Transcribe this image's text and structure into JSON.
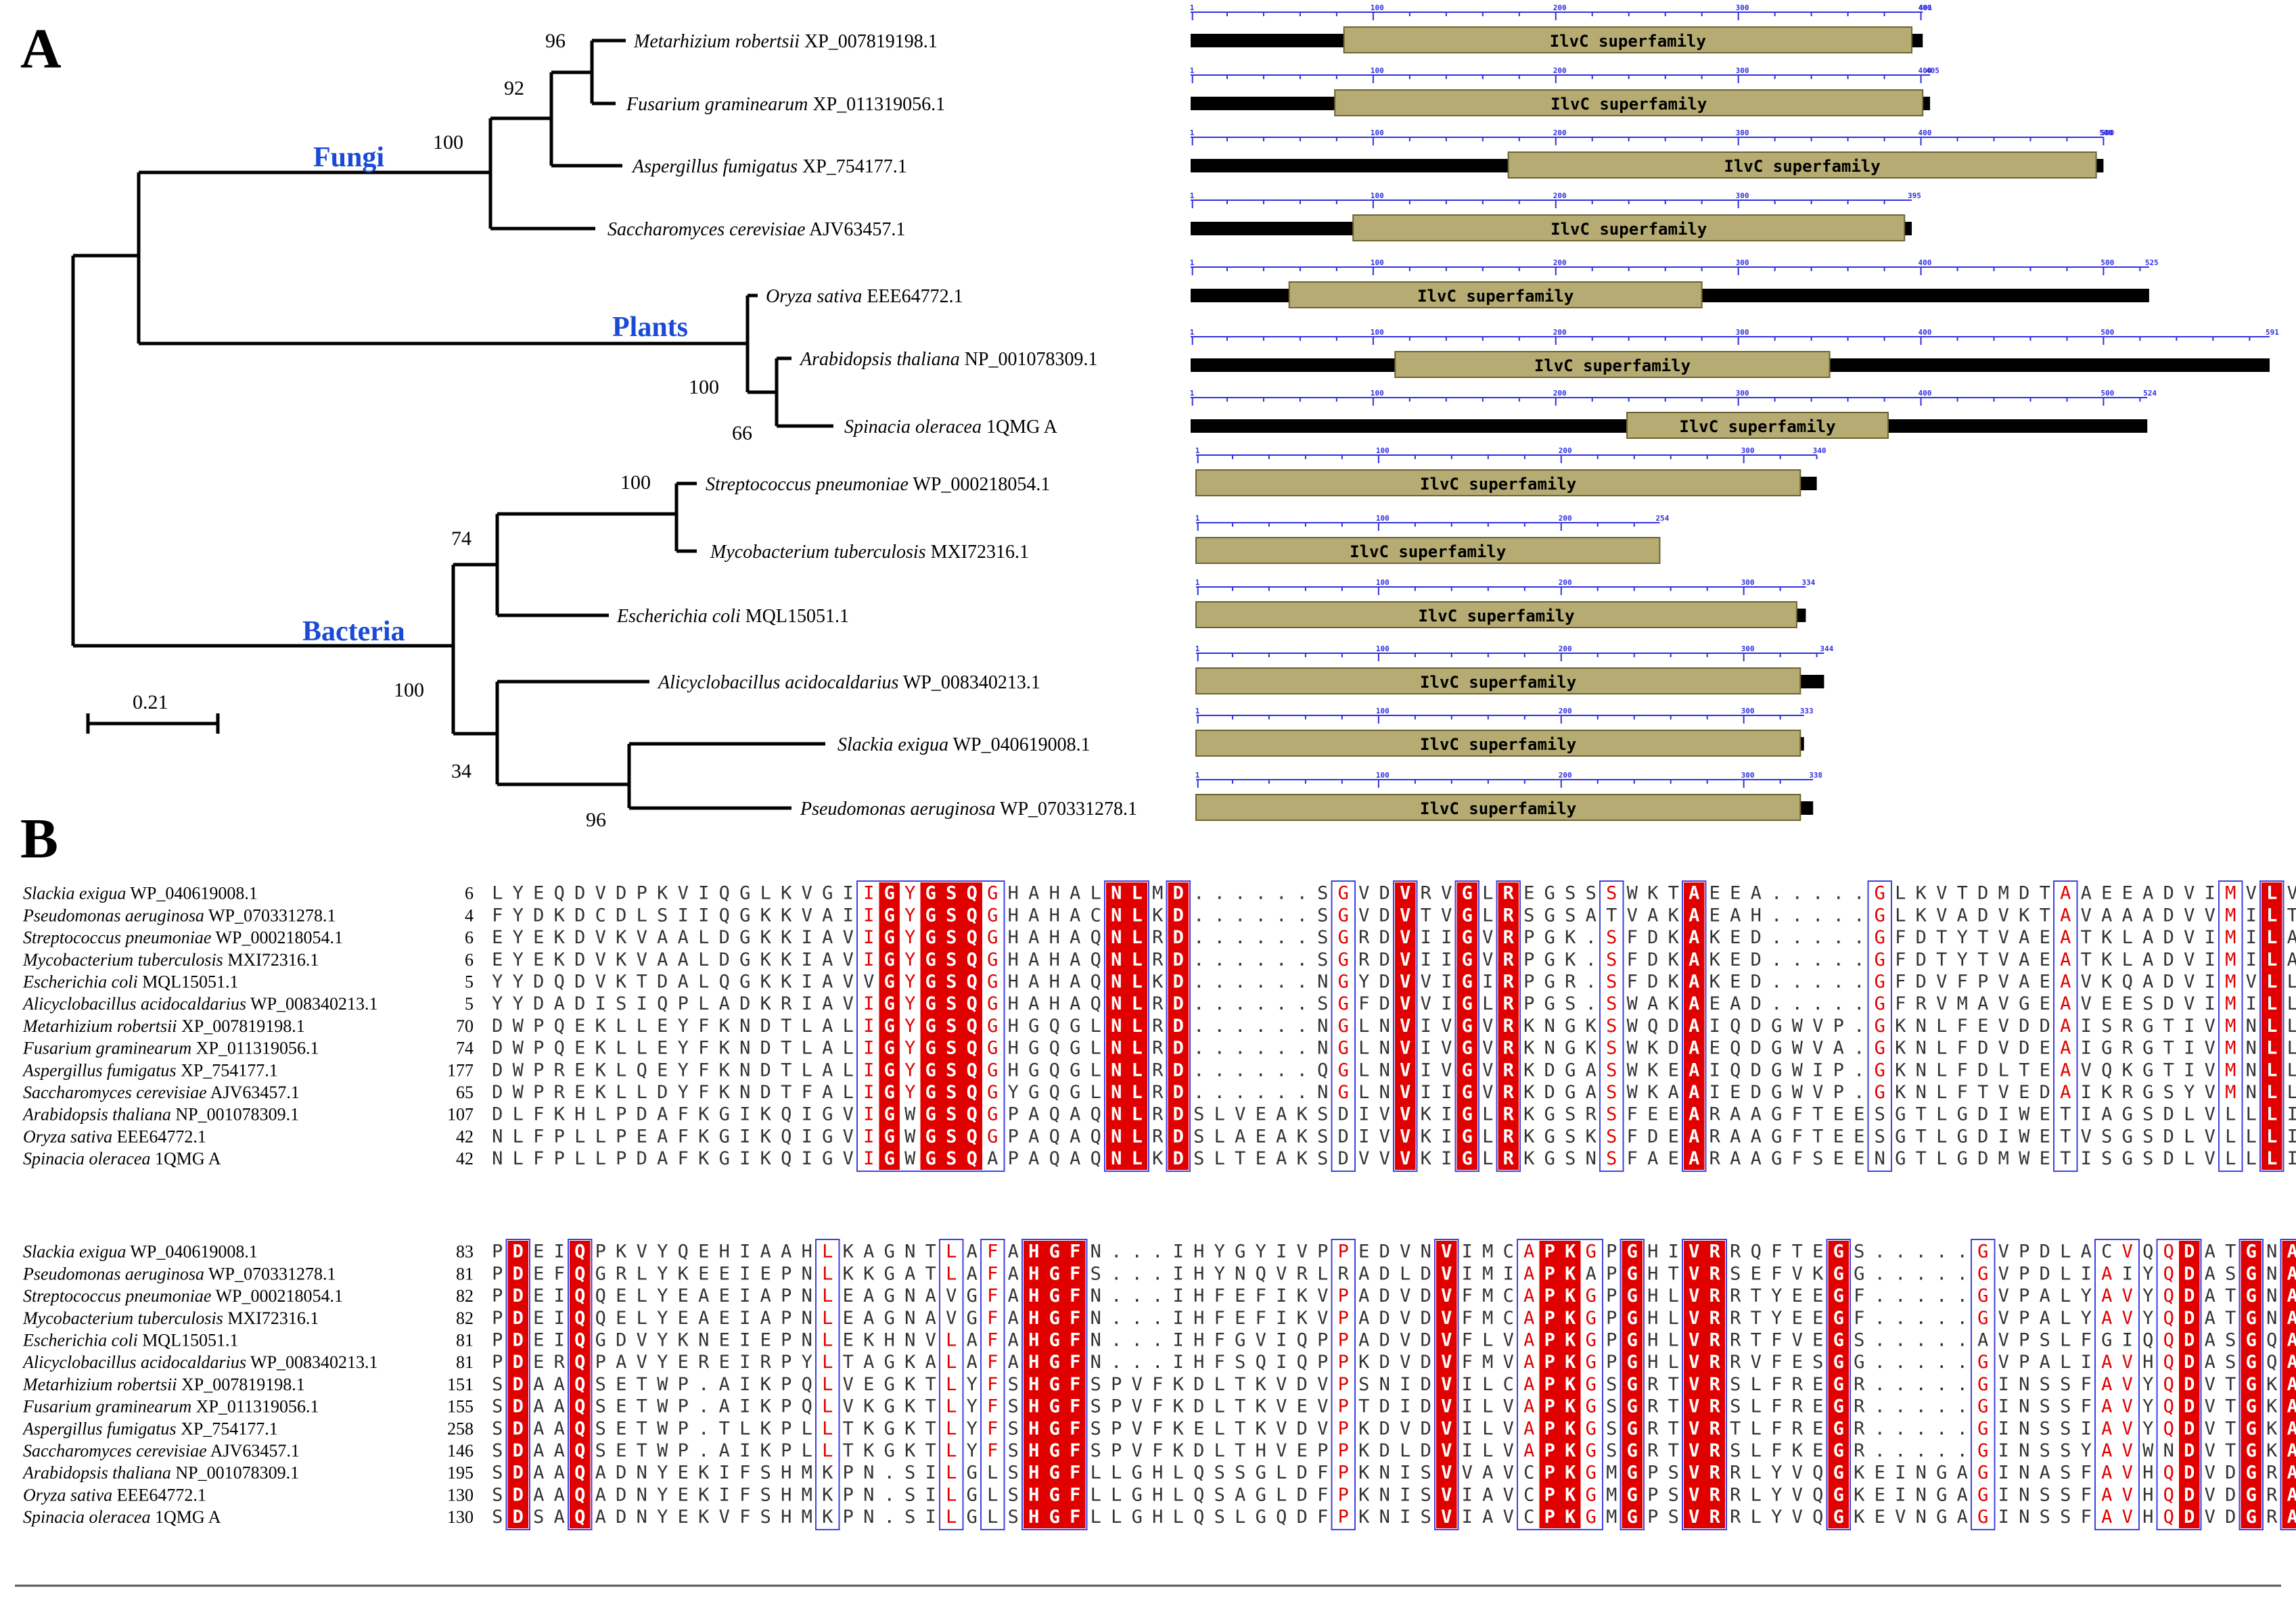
{
  "panels": {
    "a_label": "A",
    "b_label": "B"
  },
  "tree": {
    "scale_value": "0.21",
    "groups": [
      "Fungi",
      "Plants",
      "Bacteria"
    ],
    "bootstraps": [
      "96",
      "92",
      "100",
      "100",
      "66",
      "100",
      "74",
      "100",
      "96",
      "34"
    ],
    "leaves": [
      {
        "species": "Metarhizium robertsii",
        "acc": "XP_007819198.1"
      },
      {
        "species": "Fusarium graminearum",
        "acc": "XP_011319056.1"
      },
      {
        "species": "Aspergillus fumigatus",
        "acc": "XP_754177.1"
      },
      {
        "species": "Saccharomyces cerevisiae",
        "acc": "AJV63457.1"
      },
      {
        "species": "Oryza sativa",
        "acc": "EEE64772.1"
      },
      {
        "species": "Arabidopsis thaliana",
        "acc": "NP_001078309.1"
      },
      {
        "species": "Spinacia oleracea",
        "acc": "1QMG A"
      },
      {
        "species": "Streptococcus pneumoniae",
        "acc": "WP_000218054.1"
      },
      {
        "species": "Mycobacterium tuberculosis",
        "acc": "MXI72316.1"
      },
      {
        "species": "Escherichia coli",
        "acc": "MQL15051.1"
      },
      {
        "species": "Alicyclobacillus acidocaldarius",
        "acc": "WP_008340213.1"
      },
      {
        "species": "Slackia exigua",
        "acc": "WP_040619008.1"
      },
      {
        "species": "Pseudomonas aeruginosa",
        "acc": "WP_070331278.1"
      }
    ]
  },
  "domains": {
    "domain_label": "IlvC superfamily",
    "colors": {
      "domain": "#b5ab73",
      "backbone": "#000000",
      "ruler": "#3030e0"
    },
    "proteins": [
      {
        "length": 401,
        "domain_start": 85,
        "domain_end": 395
      },
      {
        "length": 405,
        "domain_start": 80,
        "domain_end": 401
      },
      {
        "length": 500,
        "domain_start": 175,
        "domain_end": 496
      },
      {
        "length": 395,
        "domain_start": 90,
        "domain_end": 391
      },
      {
        "length": 525,
        "domain_start": 55,
        "domain_end": 280
      },
      {
        "length": 591,
        "domain_start": 113,
        "domain_end": 350
      },
      {
        "length": 524,
        "domain_start": 240,
        "domain_end": 382
      },
      {
        "length": 340,
        "domain_start": 1,
        "domain_end": 331
      },
      {
        "length": 254,
        "domain_start": 1,
        "domain_end": 254
      },
      {
        "length": 334,
        "domain_start": 1,
        "domain_end": 329
      },
      {
        "length": 344,
        "domain_start": 1,
        "domain_end": 331
      },
      {
        "length": 333,
        "domain_start": 1,
        "domain_end": 331
      },
      {
        "length": 338,
        "domain_start": 1,
        "domain_end": 331
      }
    ]
  },
  "alignment": {
    "colors": {
      "strict_fill": "#e00000",
      "similar_text": "#e00000",
      "box": "#4040e0"
    },
    "blocks": [
      {
        "rows": [
          {
            "species": "Slackia exigua",
            "acc": "WP_040619008.1",
            "start": "6",
            "seq": "LYEQDVDPKVIQGLKVGIIGYGSQGHAHALNLMD......SGVDVRVGLREGSSSWKTAEEA.....GLKVTDMDTAAEEADVIMVLV"
          },
          {
            "species": "Pseudomonas aeruginosa",
            "acc": "WP_070331278.1",
            "start": "4",
            "seq": "FYDKDCDLSIIQGKKVAIIGYGSQGHAHACNLKD......SGVDVTVGLRSGSATVAKAEAH.....GLKVADVKTAVAAADVVMILT"
          },
          {
            "species": "Streptococcus pneumoniae",
            "acc": "WP_000218054.1",
            "start": "6",
            "seq": "EYEKDVKVAALDGKKIAVIGYGSQGHAHAQNLRD......SGRDVIIGVRPGK.SFDKAKED.....GFDTYTVAEATKLADVIMILA"
          },
          {
            "species": "Mycobacterium tuberculosis",
            "acc": "MXI72316.1",
            "start": "6",
            "seq": "EYEKDVKVAALDGKKIAVIGYGSQGHAHAQNLRD......SGRDVIIGVRPGK.SFDKAKED.....GFDTYTVAEATKLADVIMILA"
          },
          {
            "species": "Escherichia coli",
            "acc": "MQL15051.1",
            "start": "5",
            "seq": "YYDQDVKTDALQGKKIAVVGYGSQGHAHAQNLKD......NGYDVVIGIRPGR.SFDKAKED.....GFDVFPVAEAVKQADVIMVLL"
          },
          {
            "species": "Alicyclobacillus acidocaldarius",
            "acc": "WP_008340213.1",
            "start": "5",
            "seq": "YYDADISIQPLADKRIAVIGYGSQGHAHAQNLRD......SGFDVVIGLRPGS.SWAKAEAD.....GFRVMAVGEAVEESDVIMILL"
          },
          {
            "species": "Metarhizium robertsii",
            "acc": "XP_007819198.1",
            "start": "70",
            "seq": "DWPQEKLLEYFKNDTLALIGYGSQGHGQGLNLRD......NGLNVIVGVRKNGKSWQDAIQDGWVP.GKNLFEVDDAISRGTIVMNLL"
          },
          {
            "species": "Fusarium graminearum",
            "acc": "XP_011319056.1",
            "start": "74",
            "seq": "DWPQEKLLEYFKNDTLALIGYGSQGHGQGLNLRD......NGLNVIVGVRKNGKSWKDAEQDGWVA.GKNLFDVDEAIGRGTIVMNLL"
          },
          {
            "species": "Aspergillus fumigatus",
            "acc": "XP_754177.1",
            "start": "177",
            "seq": "DWPREKLQEYFKNDTLALIGYGSQGHGQGLNLRD......QGLNVIVGVRKDGASWKEAIQDGWIP.GKNLFDLTEAVQKGTIVMNLL"
          },
          {
            "species": "Saccharomyces cerevisiae",
            "acc": "AJV63457.1",
            "start": "65",
            "seq": "DWPREKLLDYFKNDTFALIGYGSQGYGQGLNLRD......NGLNVIIGVRKDGASWKAAIEDGWVP.GKNLFTVEDAIKRGSYVMNLL"
          },
          {
            "species": "Arabidopsis thaliana",
            "acc": "NP_001078309.1",
            "start": "107",
            "seq": "DLFKHLPDAFKGIKQIGVIGWGSQGPAQAQNLRDSLVEAKSDIVVKIGLRKGSRSFEEARAAGFTEESGTLGDIWETIAGSDLVLLLI"
          },
          {
            "species": "Oryza sativa",
            "acc": "EEE64772.1",
            "start": "42",
            "seq": "NLFPLLPEAFKGIKQIGVIGWGSQGPAQAQNLRDSLAEAKSDIVVKIGLRKGSKSFDEARAAGFTEESGTLGDIWETVSGSDLVLLLI"
          },
          {
            "species": "Spinacia oleracea",
            "acc": "1QMG A",
            "start": "42",
            "seq": "NLFPLLPDAFKGIKQIGVIGWGSQAPAQAQNLKDSLTEAKSDVVVKIGLRKGSNSFAEARAAGFSEENGTLGDMWETISGSDLVLLLI"
          }
        ]
      },
      {
        "rows": [
          {
            "species": "Slackia exigua",
            "acc": "WP_040619008.1",
            "start": "83",
            "seq": "PDEIQPKVYQEHIAAHLKAGNTLAFAHGFN...IHYGYIVPPEDVNVIMCAPKGPGHIVRRQFTEGS.....GVPDLACVQQDATGNA"
          },
          {
            "species": "Pseudomonas aeruginosa",
            "acc": "WP_070331278.1",
            "start": "81",
            "seq": "PDEFQGRLYKEEIEPNLKKGATLAFAHGFS...IHYNQVRLRADLDVIMIAPKAPGHTVRSEFVKGG.....GVPDLIAIYQDASGNA"
          },
          {
            "species": "Streptococcus pneumoniae",
            "acc": "WP_000218054.1",
            "start": "82",
            "seq": "PDEIQQELYEAEIAPNLEAGNAVGFAHGFN...IHFEFIKVPADVDVFMCAPKGPGHLVRRTYEEGF.....GVPALYAVYQDATGNA"
          },
          {
            "species": "Mycobacterium tuberculosis",
            "acc": "MXI72316.1",
            "start": "82",
            "seq": "PDEIQQELYEAEIAPNLEAGNAVGFAHGFN...IHFEFIKVPADVDVFMCAPKGPGHLVRRTYEEGF.....GVPALYAVYQDATGNA"
          },
          {
            "species": "Escherichia coli",
            "acc": "MQL15051.1",
            "start": "81",
            "seq": "PDEIQGDVYKNEIEPNLEKHNVLAFAHGFN...IHFGVIQPPADVDVFLVAPKGPGHLVRRTFVEGS.....AVPSLFGIQQDASGQA"
          },
          {
            "species": "Alicyclobacillus acidocaldarius",
            "acc": "WP_008340213.1",
            "start": "81",
            "seq": "PDERQPAVYEREIRPYLTAGKALAFAHGFN...IHFSQIQPPKDVDVFMVAPKGPGHLVRRVFESGG.....GVPALIAVHQDASGQA"
          },
          {
            "species": "Metarhizium robertsii",
            "acc": "XP_007819198.1",
            "start": "151",
            "seq": "SDAAQSETWP.AIKPQLVEGKTLYFSHGFSPVFKDLTKVDVPSNIDVILCAPKGSGRTVRSLFREGR.....GINSSFAVYQDVTGKA"
          },
          {
            "species": "Fusarium graminearum",
            "acc": "XP_011319056.1",
            "start": "155",
            "seq": "SDAAQSETWP.AIKPQLVKGKTLYFSHGFSPVFKDLTKVEVPTDIDVILVAPKGSGRTVRSLFREGR.....GINSSFAVYQDVTGKA"
          },
          {
            "species": "Aspergillus fumigatus",
            "acc": "XP_754177.1",
            "start": "258",
            "seq": "SDAAQSETWP.TLKPLLTKGKTLYFSHGFSPVFKELTKVDVPKDVDVILVAPKGSGRTVRTLFREGR.....GINSSIAVYQDVTGKA"
          },
          {
            "species": "Saccharomyces cerevisiae",
            "acc": "AJV63457.1",
            "start": "146",
            "seq": "SDAAQSETWP.AIKPLLTKGKTLYFSHGFSPVFKDLTHVEPPKDLDVILVAPKGSGRTVRSLFKEGR.....GINSSYAVWNDVTGKA"
          },
          {
            "species": "Arabidopsis thaliana",
            "acc": "NP_001078309.1",
            "start": "195",
            "seq": "SDAAQADNYEKIFSHMKPN.SILGLSHGFLLGHLQSSGLDFPKNISVVAVCPKGMGPSVRRLYVQGKEINGAGINASFAVHQDVDGRA"
          },
          {
            "species": "Oryza sativa",
            "acc": "EEE64772.1",
            "start": "130",
            "seq": "SDAAQADNYEKIFSHMKPN.SILGLSHGFLLGHLQSAGLDFPKNISVIAVCPKGMGPSVRRLYVQGKEINGAGINSSFAVHQDVDGRA"
          },
          {
            "species": "Spinacia oleracea",
            "acc": "1QMG A",
            "start": "130",
            "seq": "SDSAQADNYEKVFSHMKPN.SILGLSHGFLLGHLQSLGQDFPKNISVIAVCPKGMGPSVRRLYVQGKEVNGAGINSSFAVHQDVDGRA"
          }
        ]
      }
    ]
  }
}
